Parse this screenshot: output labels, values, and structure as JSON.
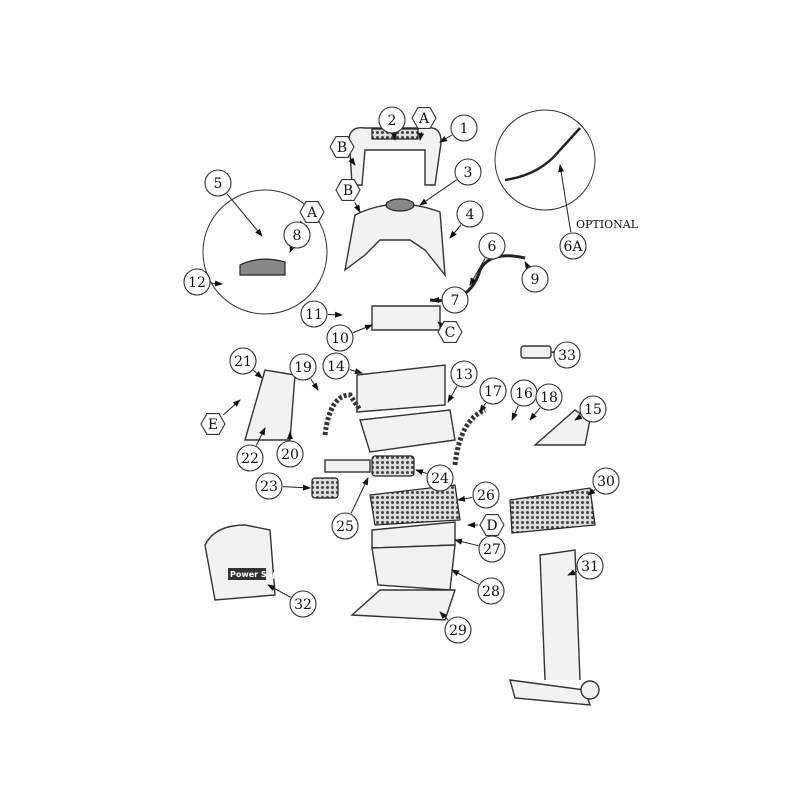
{
  "diagram": {
    "type": "exploded-parts-diagram",
    "callouts": [
      "1",
      "2",
      "A",
      "B",
      "3",
      "B",
      "4",
      "5",
      "A",
      "8",
      "6",
      "9",
      "12",
      "7",
      "11",
      "10",
      "C",
      "6A",
      "33",
      "21",
      "19",
      "14",
      "13",
      "17",
      "16",
      "18",
      "15",
      "E",
      "22",
      "20",
      "24",
      "23",
      "25",
      "26",
      "30",
      "D",
      "27",
      "32",
      "28",
      "31",
      "29"
    ],
    "optional_label": "OPTIONAL",
    "power_supply_label": "Power Supply"
  }
}
